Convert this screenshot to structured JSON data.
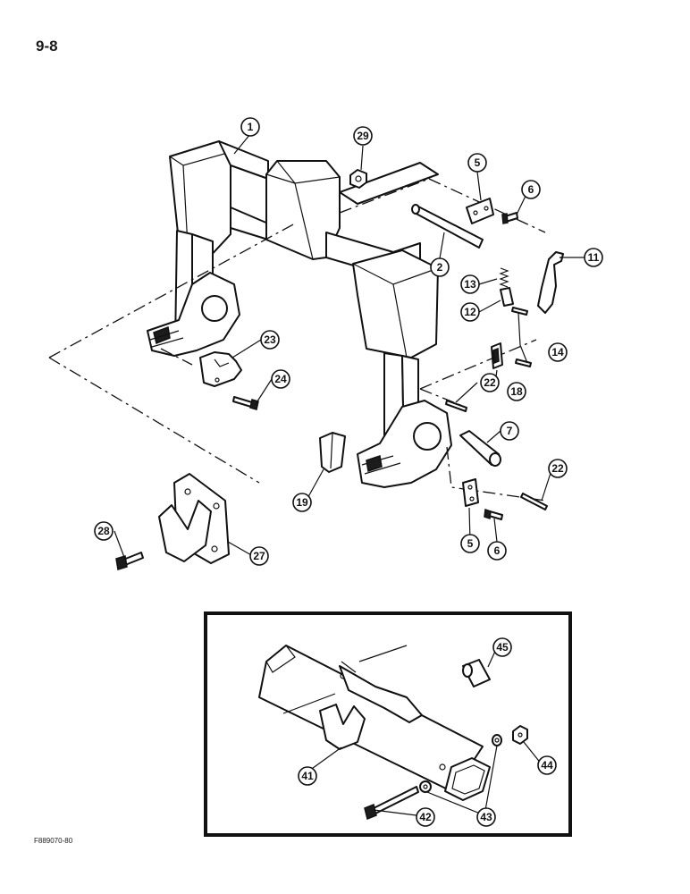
{
  "page": {
    "number": "9-8",
    "figure_code": "F889070-80"
  },
  "callouts": {
    "c1": "1",
    "c2": "2",
    "c5a": "5",
    "c5b": "5",
    "c6a": "6",
    "c6b": "6",
    "c7": "7",
    "c11": "11",
    "c12": "12",
    "c13": "13",
    "c14": "14",
    "c18": "18",
    "c19": "19",
    "c22a": "22",
    "c22b": "22",
    "c23": "23",
    "c24": "24",
    "c27": "27",
    "c28": "28",
    "c29": "29",
    "c41": "41",
    "c42": "42",
    "c43": "43",
    "c44": "44",
    "c45": "45"
  }
}
